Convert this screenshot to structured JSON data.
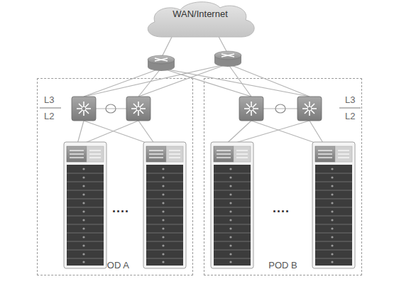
{
  "diagram": {
    "nodes": [
      {
        "text": [
          "WAN/Internet"
        ]
      },
      {
        "text": [
          "POD A"
        ]
      },
      {
        "text": [
          "POD B"
        ]
      }
    ],
    "labels": [
      "L3",
      "L2",
      "....",
      "L3",
      "L2",
      "...."
    ]
  }
}
